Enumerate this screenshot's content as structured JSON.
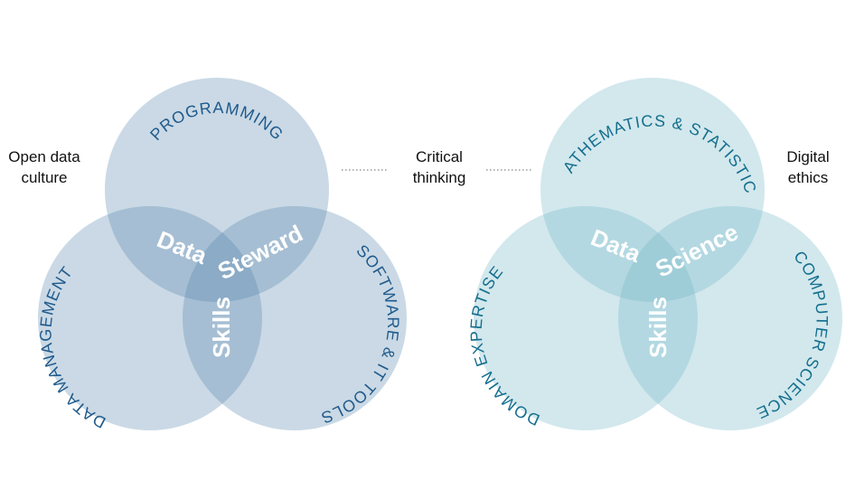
{
  "colors": {
    "left_circle": "#4f82aa",
    "right_circle": "#74b6c8",
    "left_label": "#1f5a8c",
    "right_label": "#156f8e",
    "center_text": "#ffffff",
    "side_text": "#111111",
    "dots": "#9a9a9a"
  },
  "left_diagram": {
    "top_label": "PROGRAMMING",
    "left_label": "DATA MANAGEMENT",
    "right_label": "SOFTWARE & IT TOOLS",
    "center_word_1": "Data",
    "center_word_2": "Steward",
    "center_word_3": "Skills"
  },
  "right_diagram": {
    "top_label": "MATHEMATICS & STATISTICS",
    "left_label": "DOMAIN EXPERTISE",
    "right_label": "COMPUTER SCIENCE",
    "center_word_1": "Data",
    "center_word_2": "Science",
    "center_word_3": "Skills"
  },
  "side_labels": {
    "left_line1": "Open data",
    "left_line2": "culture",
    "middle_line1": "Critical",
    "middle_line2": "thinking",
    "right_line1": "Digital",
    "right_line2": "ethics"
  }
}
